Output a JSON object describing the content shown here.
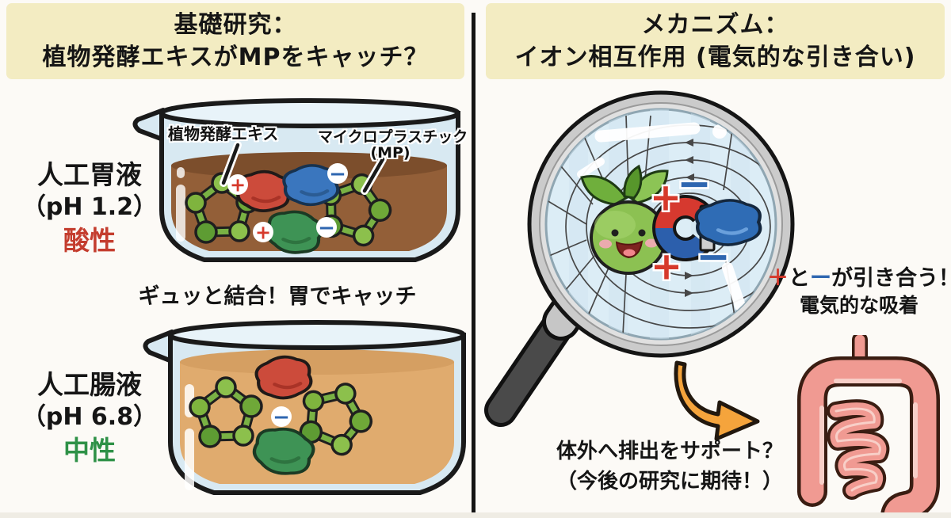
{
  "left_panel": {
    "title": {
      "line1": "基礎研究：",
      "line2": "植物発酵エキスがMPをキャッチ？"
    },
    "gastric": {
      "name_line": "人工胃液",
      "ph_line": "（pH 1.2）",
      "acidity": "酸性",
      "extract_label": "植物発酵エキス",
      "mp_label": "マイクロプラスチック",
      "mp_abbr": "(MP)"
    },
    "middle_caption": "ギュッと結合！胃でキャッチ",
    "intestinal": {
      "name_line": "人工腸液",
      "ph_line": "（pH 6.8）",
      "acidity": "中性"
    }
  },
  "right_panel": {
    "title": {
      "line1": "メカニズム：",
      "line2": "イオン相互作用 (電気的な引き合い)"
    },
    "attraction": {
      "plus": "＋",
      "mid": "と",
      "minus": "ー",
      "rest": "が引き合う！",
      "line2": "電気的な吸着"
    },
    "bottom_caption": {
      "line1": "体外へ排出をサポート？",
      "line2": "（今後の研究に期待！）"
    }
  },
  "symbols": {
    "plus": "+",
    "minus": "−"
  },
  "colors": {
    "title_band": "#F3ECC2",
    "acid_red": "#C43D2E",
    "neutral_green": "#2E9147",
    "gastric_liquid": "#935F38",
    "intestinal_liquid": "#E0AB6E",
    "glass_blue": "#D8E9F2",
    "plus_red": "#D6392B",
    "minus_blue": "#2E66B0",
    "magnet_red": "#D6392F",
    "magnet_blue": "#2C5FAC",
    "extract_green": "#79B244",
    "arrow_orange": "#F5A43C",
    "intestine_pink": "#F09A92"
  }
}
